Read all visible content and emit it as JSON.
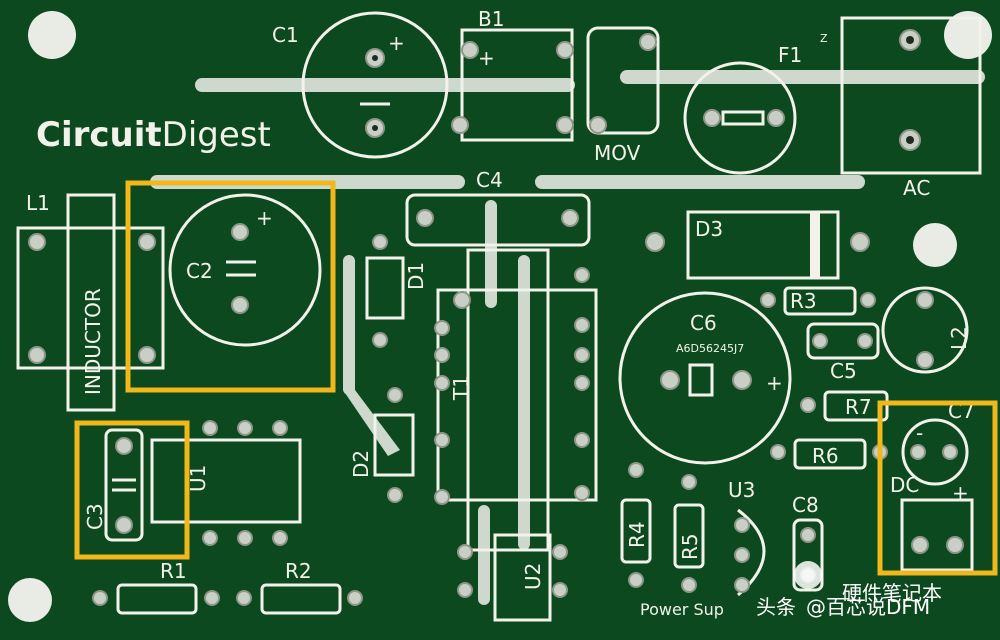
{
  "board": {
    "brand": {
      "part1": "Circuit",
      "part2": "Digest"
    },
    "labels": {
      "c1": "C1",
      "b1": "B1",
      "f1": "F1",
      "mov": "MOV",
      "ac": "AC",
      "l1": "L1",
      "inductor": "INDUCTOR",
      "c2": "C2",
      "c4": "C4",
      "d1": "D1",
      "d3": "D3",
      "r3": "R3",
      "c6": "C6",
      "c6_code": "A6D56245J7",
      "l2": "L2",
      "c5": "C5",
      "r7": "R7",
      "c7": "C7",
      "t1": "T1",
      "d2": "D2",
      "r6": "R6",
      "c3": "C3",
      "u1": "U1",
      "dc": "DC",
      "r4": "R4",
      "r5": "R5",
      "u3": "U3",
      "c8": "C8",
      "u2": "U2",
      "r1": "R1",
      "r2": "R2",
      "power_supply": "Power Sup"
    },
    "marks": {
      "plus": "+",
      "minus": "-",
      "z": "Z"
    }
  },
  "watermark": {
    "source": "头条",
    "handle": "@百芯说DFM",
    "account": "硬件笔记本"
  },
  "colors": {
    "pcb": "#0d4a1e",
    "silkscreen": "#f2f2ea",
    "highlight": "#f1b81c",
    "pad": "#c9cfc4"
  }
}
